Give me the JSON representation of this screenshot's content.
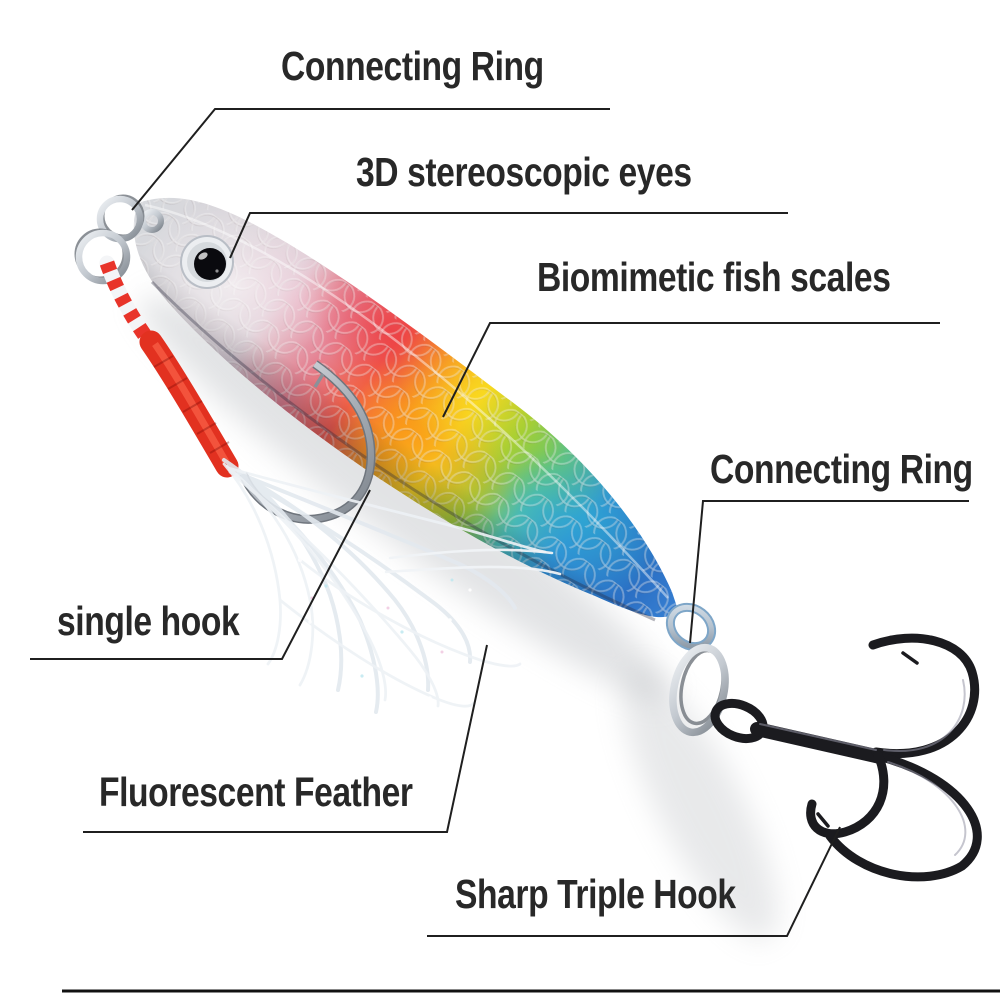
{
  "diagram": {
    "subject": "metal jig fishing lure",
    "background": "#ffffff"
  },
  "labels": [
    {
      "id": "connecting-ring-top",
      "text": "Connecting Ring"
    },
    {
      "id": "stereoscopic-eyes",
      "text": "3D stereoscopic eyes"
    },
    {
      "id": "fish-scales",
      "text": "Biomimetic fish scales"
    },
    {
      "id": "connecting-ring-rear",
      "text": "Connecting Ring"
    },
    {
      "id": "single-hook",
      "text": "single hook"
    },
    {
      "id": "fluorescent-feather",
      "text": "Fluorescent Feather"
    },
    {
      "id": "sharp-triple-hook",
      "text": "Sharp Triple Hook"
    }
  ],
  "colors": {
    "label_text": "#282828",
    "callout_line": "#1f1f1f",
    "divider_line": "#111111",
    "body_silver": "#d7d9dd",
    "body_pink": "#e4808f",
    "body_red": "#ef5a4e",
    "body_orange": "#f6a21f",
    "body_yellow": "#f2d723",
    "body_green": "#9ecb3b",
    "body_teal": "#49b9b4",
    "body_blue": "#2f8fd6",
    "cord_red": "#e63322",
    "feather_white": "#edf1f5",
    "hook_black": "#1b1b1f",
    "ring_silver": "#c3c9d0"
  }
}
